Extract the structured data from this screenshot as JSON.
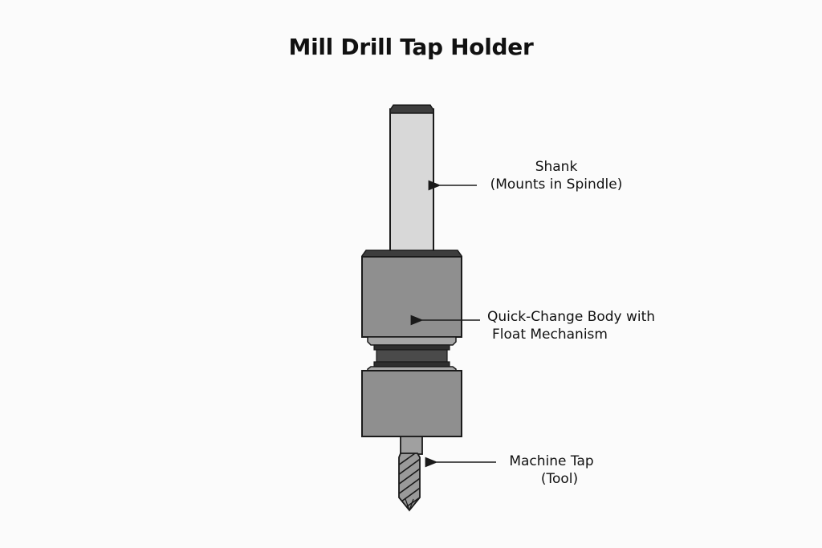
{
  "title": "Mill Drill Tap Holder",
  "colors": {
    "outline": "#1a1a1a",
    "shank_fill": "#d8d8d8",
    "body_fill": "#8f8f8f",
    "collar_fill": "#a6a6a6",
    "band_fill": "#3a3a3a",
    "cap_fill": "#3d3d3d",
    "tap_fill": "#9a9a9a",
    "background": "#fbfbfb"
  },
  "labels": {
    "shank": {
      "line1": "Shank",
      "line2": "(Mounts in Spindle)"
    },
    "body": {
      "line1": "Quick-Change Body with",
      "line2": "Float Mechanism"
    },
    "tap": {
      "line1": "Machine Tap",
      "line2": "(Tool)"
    }
  }
}
